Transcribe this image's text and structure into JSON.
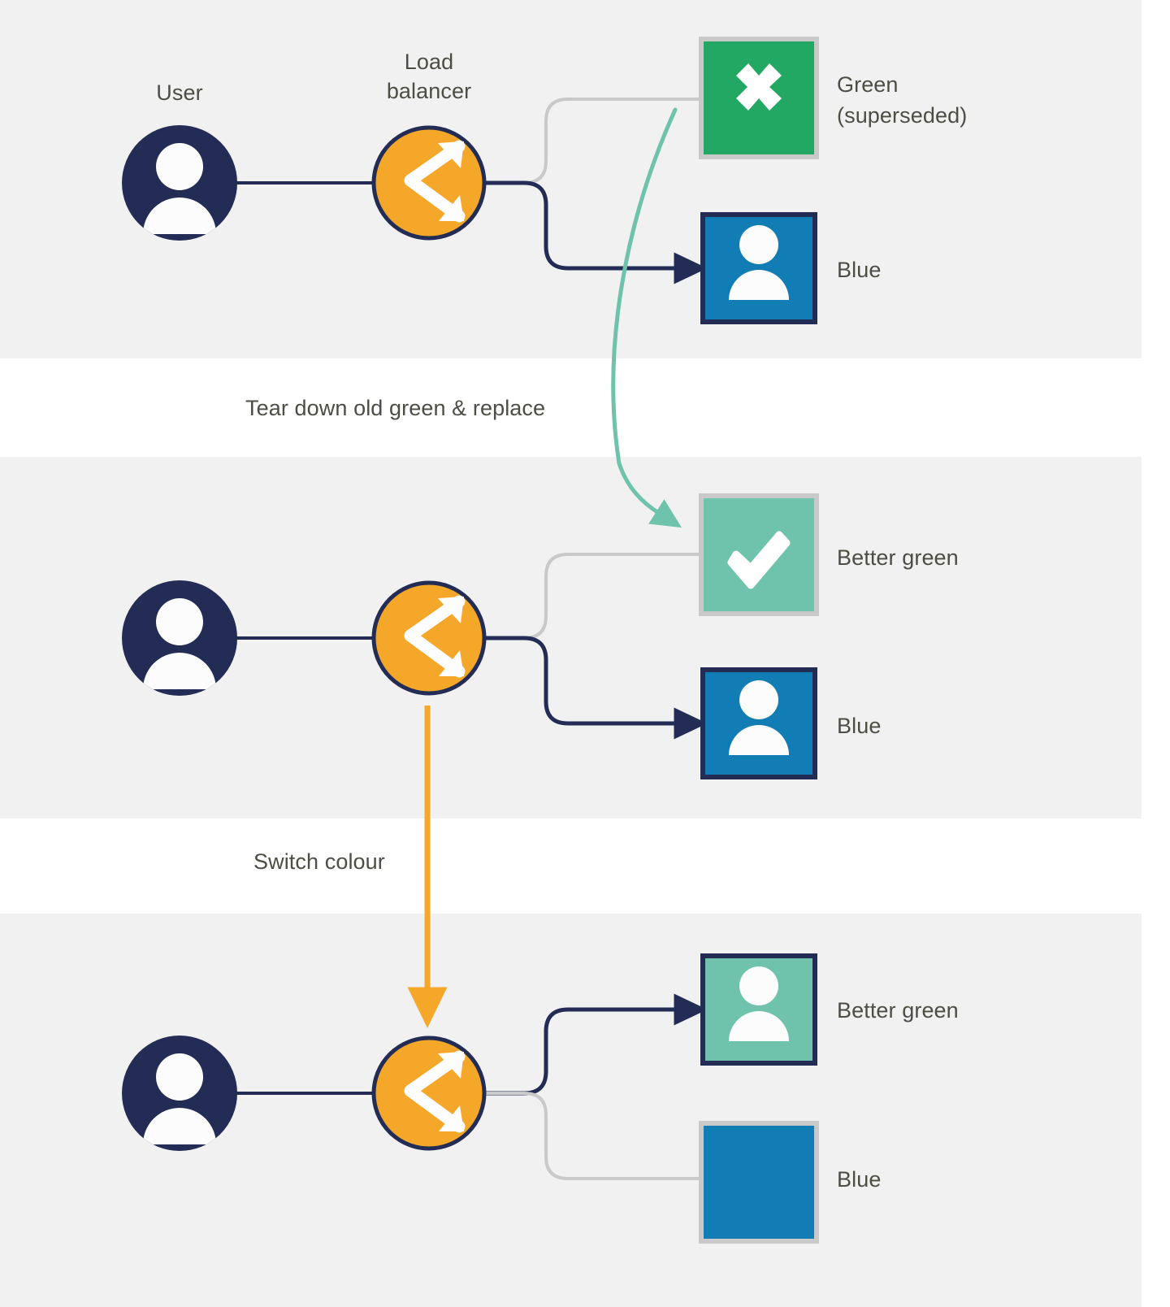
{
  "diagram": {
    "title_labels": {
      "user": "User",
      "load_balancer": "Load\nbalancer"
    },
    "captions": [
      {
        "text": "Tear down old green & replace"
      },
      {
        "text": "Switch colour"
      }
    ],
    "colors": {
      "panel_bg": "#f1f1f1",
      "page_bg": "#ffffff",
      "navy": "#222c54",
      "orange": "#f5a72a",
      "green_superseded": "#22a863",
      "green_better": "#6fc2ab",
      "blue": "#127cb5",
      "inactive_gray": "#c9c9c9",
      "text": "#4d4d44",
      "arrow_green": "#6fc2ab"
    },
    "panels": [
      {
        "id": "panel-1",
        "name": "initial-state",
        "nodes": [
          {
            "name": "user",
            "type": "user-avatar",
            "label": "",
            "state": "active"
          },
          {
            "name": "load-balancer",
            "type": "load-balancer",
            "label": "",
            "state": "active"
          },
          {
            "name": "green-service",
            "type": "service-box",
            "label": "Green\n(superseded)",
            "icon": "cross-icon",
            "state": "inactive",
            "fill": "#22a863",
            "border": "#c9c9c9"
          },
          {
            "name": "blue-service",
            "type": "service-box",
            "label": "Blue",
            "icon": "person-icon",
            "state": "active",
            "fill": "#127cb5",
            "border": "#222c54"
          }
        ]
      },
      {
        "id": "panel-2",
        "name": "green-replaced-state",
        "nodes": [
          {
            "name": "user",
            "type": "user-avatar",
            "label": "",
            "state": "active"
          },
          {
            "name": "load-balancer",
            "type": "load-balancer",
            "label": "",
            "state": "active"
          },
          {
            "name": "green-service",
            "type": "service-box",
            "label": "Better green",
            "icon": "check-icon",
            "state": "inactive",
            "fill": "#6fc2ab",
            "border": "#c9c9c9"
          },
          {
            "name": "blue-service",
            "type": "service-box",
            "label": "Blue",
            "icon": "person-icon",
            "state": "active",
            "fill": "#127cb5",
            "border": "#222c54"
          }
        ]
      },
      {
        "id": "panel-3",
        "name": "switched-state",
        "nodes": [
          {
            "name": "user",
            "type": "user-avatar",
            "label": "",
            "state": "active"
          },
          {
            "name": "load-balancer",
            "type": "load-balancer",
            "label": "",
            "state": "active"
          },
          {
            "name": "green-service",
            "type": "service-box",
            "label": "Better green",
            "icon": "person-icon",
            "state": "active",
            "fill": "#6fc2ab",
            "border": "#222c54"
          },
          {
            "name": "blue-service",
            "type": "service-box",
            "label": "Blue",
            "icon": "none",
            "state": "inactive",
            "fill": "#127cb5",
            "border": "#c9c9c9"
          }
        ]
      }
    ],
    "transitions": [
      {
        "name": "tear-down-replace",
        "from": "panel-1.green-service",
        "to": "panel-2.green-service",
        "label": "Tear down old green & replace",
        "color": "#6fc2ab"
      },
      {
        "name": "switch-colour",
        "from": "panel-2.load-balancer",
        "to": "panel-3.load-balancer",
        "label": "Switch colour",
        "color": "#f5a72a"
      }
    ]
  }
}
